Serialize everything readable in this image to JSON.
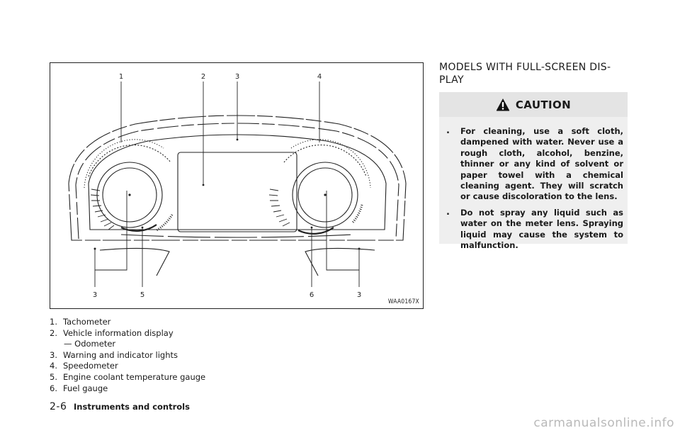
{
  "figure": {
    "code": "WAA0167X",
    "callouts_top": [
      "1",
      "2",
      "3",
      "4"
    ],
    "callouts_bottom": [
      "3",
      "5",
      "6",
      "3"
    ]
  },
  "legend": [
    {
      "num": "1.",
      "text": "Tachometer"
    },
    {
      "num": "2.",
      "text": "Vehicle information display"
    },
    {
      "num": "",
      "text": "— Odometer"
    },
    {
      "num": "3.",
      "text": "Warning and indicator lights"
    },
    {
      "num": "4.",
      "text": "Speedometer"
    },
    {
      "num": "5.",
      "text": "Engine coolant temperature gauge"
    },
    {
      "num": "6.",
      "text": "Fuel gauge"
    }
  ],
  "section": {
    "title_line1": "MODELS WITH FULL-SCREEN DIS-",
    "title_line2": "PLAY"
  },
  "caution": {
    "title": "CAUTION",
    "items": [
      {
        "bullet": ".",
        "text": "For cleaning, use a soft cloth, dampened with water. Never use a rough cloth, alcohol, benzine, thinner or any kind of solvent or paper towel with a chemical cleaning agent. They will scratch or cause discoloration to the lens."
      },
      {
        "bullet": ".",
        "text": "Do not spray any liquid such as water on the meter lens. Spraying liquid may cause the system to malfunction."
      }
    ]
  },
  "footer": {
    "page": "2-6",
    "section": "Instruments and controls"
  },
  "watermark": "carmanualsonline.info"
}
